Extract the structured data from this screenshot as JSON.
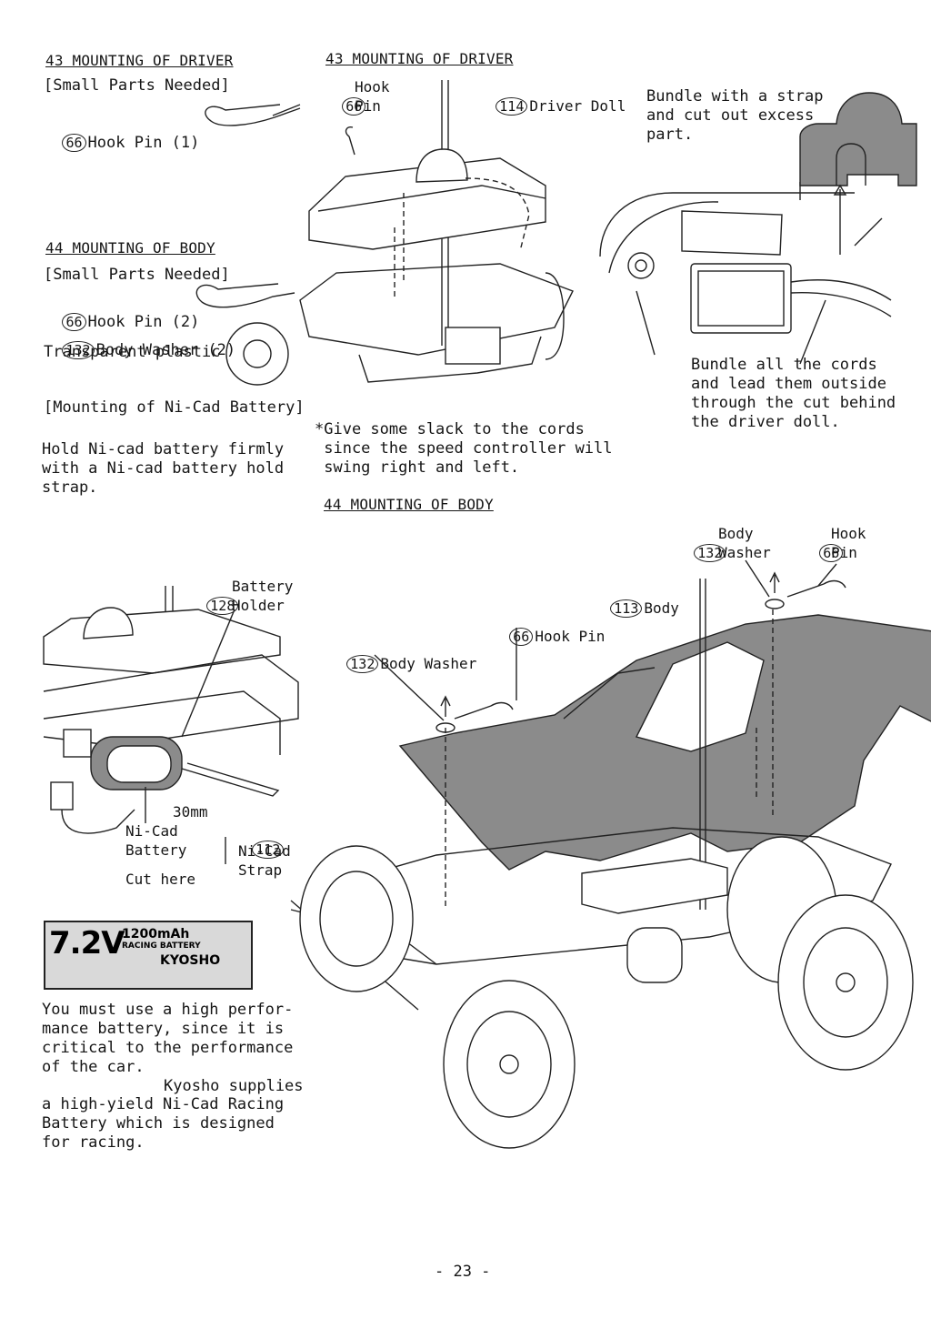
{
  "left": {
    "driver_heading": "43 MOUNTING OF DRIVER",
    "driver_parts_label": "[Small Parts Needed]",
    "driver_part_num": "66",
    "driver_part_name": "Hook Pin (1)",
    "body_heading": "44 MOUNTING OF BODY",
    "body_parts_label": "[Small Parts Needed]",
    "body_part1_num": "66",
    "body_part1_name": "Hook Pin (2)",
    "body_part2_num": "132",
    "body_part2_name": "Body Washer (2)",
    "body_part2_note": "Transparent plastic",
    "battery_mount_heading": "[Mounting of Ni-Cad Battery]",
    "battery_mount_text": "Hold Ni-cad battery firmly\nwith a Ni-cad battery hold\nstrap.",
    "holder_num": "128",
    "holder_label": "Battery\nHolder",
    "dim_label": "30mm",
    "nicad_label": "Ni-Cad\nBattery",
    "strap_num": "112",
    "strap_label": "Ni-Cad\nStrap",
    "cut_label": "Cut here",
    "battery_advice": "You must use a high perfor-\nmance battery, since it is\ncritical to the performance\nof the car.",
    "battery_advice2": "Kyosho supplies",
    "battery_advice3": "a high-yield Ni-Cad Racing\nBattery which is designed\nfor racing."
  },
  "battery_label": {
    "voltage": "7.2V",
    "capacity": "1200mAh",
    "type": "RACING BATTERY",
    "brand": "KYOSHO"
  },
  "right": {
    "driver_heading": "43 MOUNTING OF DRIVER",
    "hook_num": "66",
    "hook_label": "Hook\nPin",
    "doll_num": "114",
    "doll_label": "Driver Doll",
    "bundle_note": "Bundle with a strap\nand cut out excess\npart.",
    "cords_note": "Bundle all the cords\nand lead them outside\nthrough the cut behind\nthe driver doll.",
    "slack_note": "*Give some slack to the cords\n since the speed controller will\n swing right and left.",
    "body_heading": "44 MOUNTING OF BODY",
    "washer_right_num": "132",
    "washer_right_label": "Body\nWasher",
    "hook_right_num": "66",
    "hook_right_label": "Hook\nPin",
    "body_num": "113",
    "body_label": "Body",
    "hook_mid_num": "66",
    "hook_mid_label": "Hook Pin",
    "washer_left_num": "132",
    "washer_left_label": "Body Washer"
  },
  "page_number": "- 23 -"
}
